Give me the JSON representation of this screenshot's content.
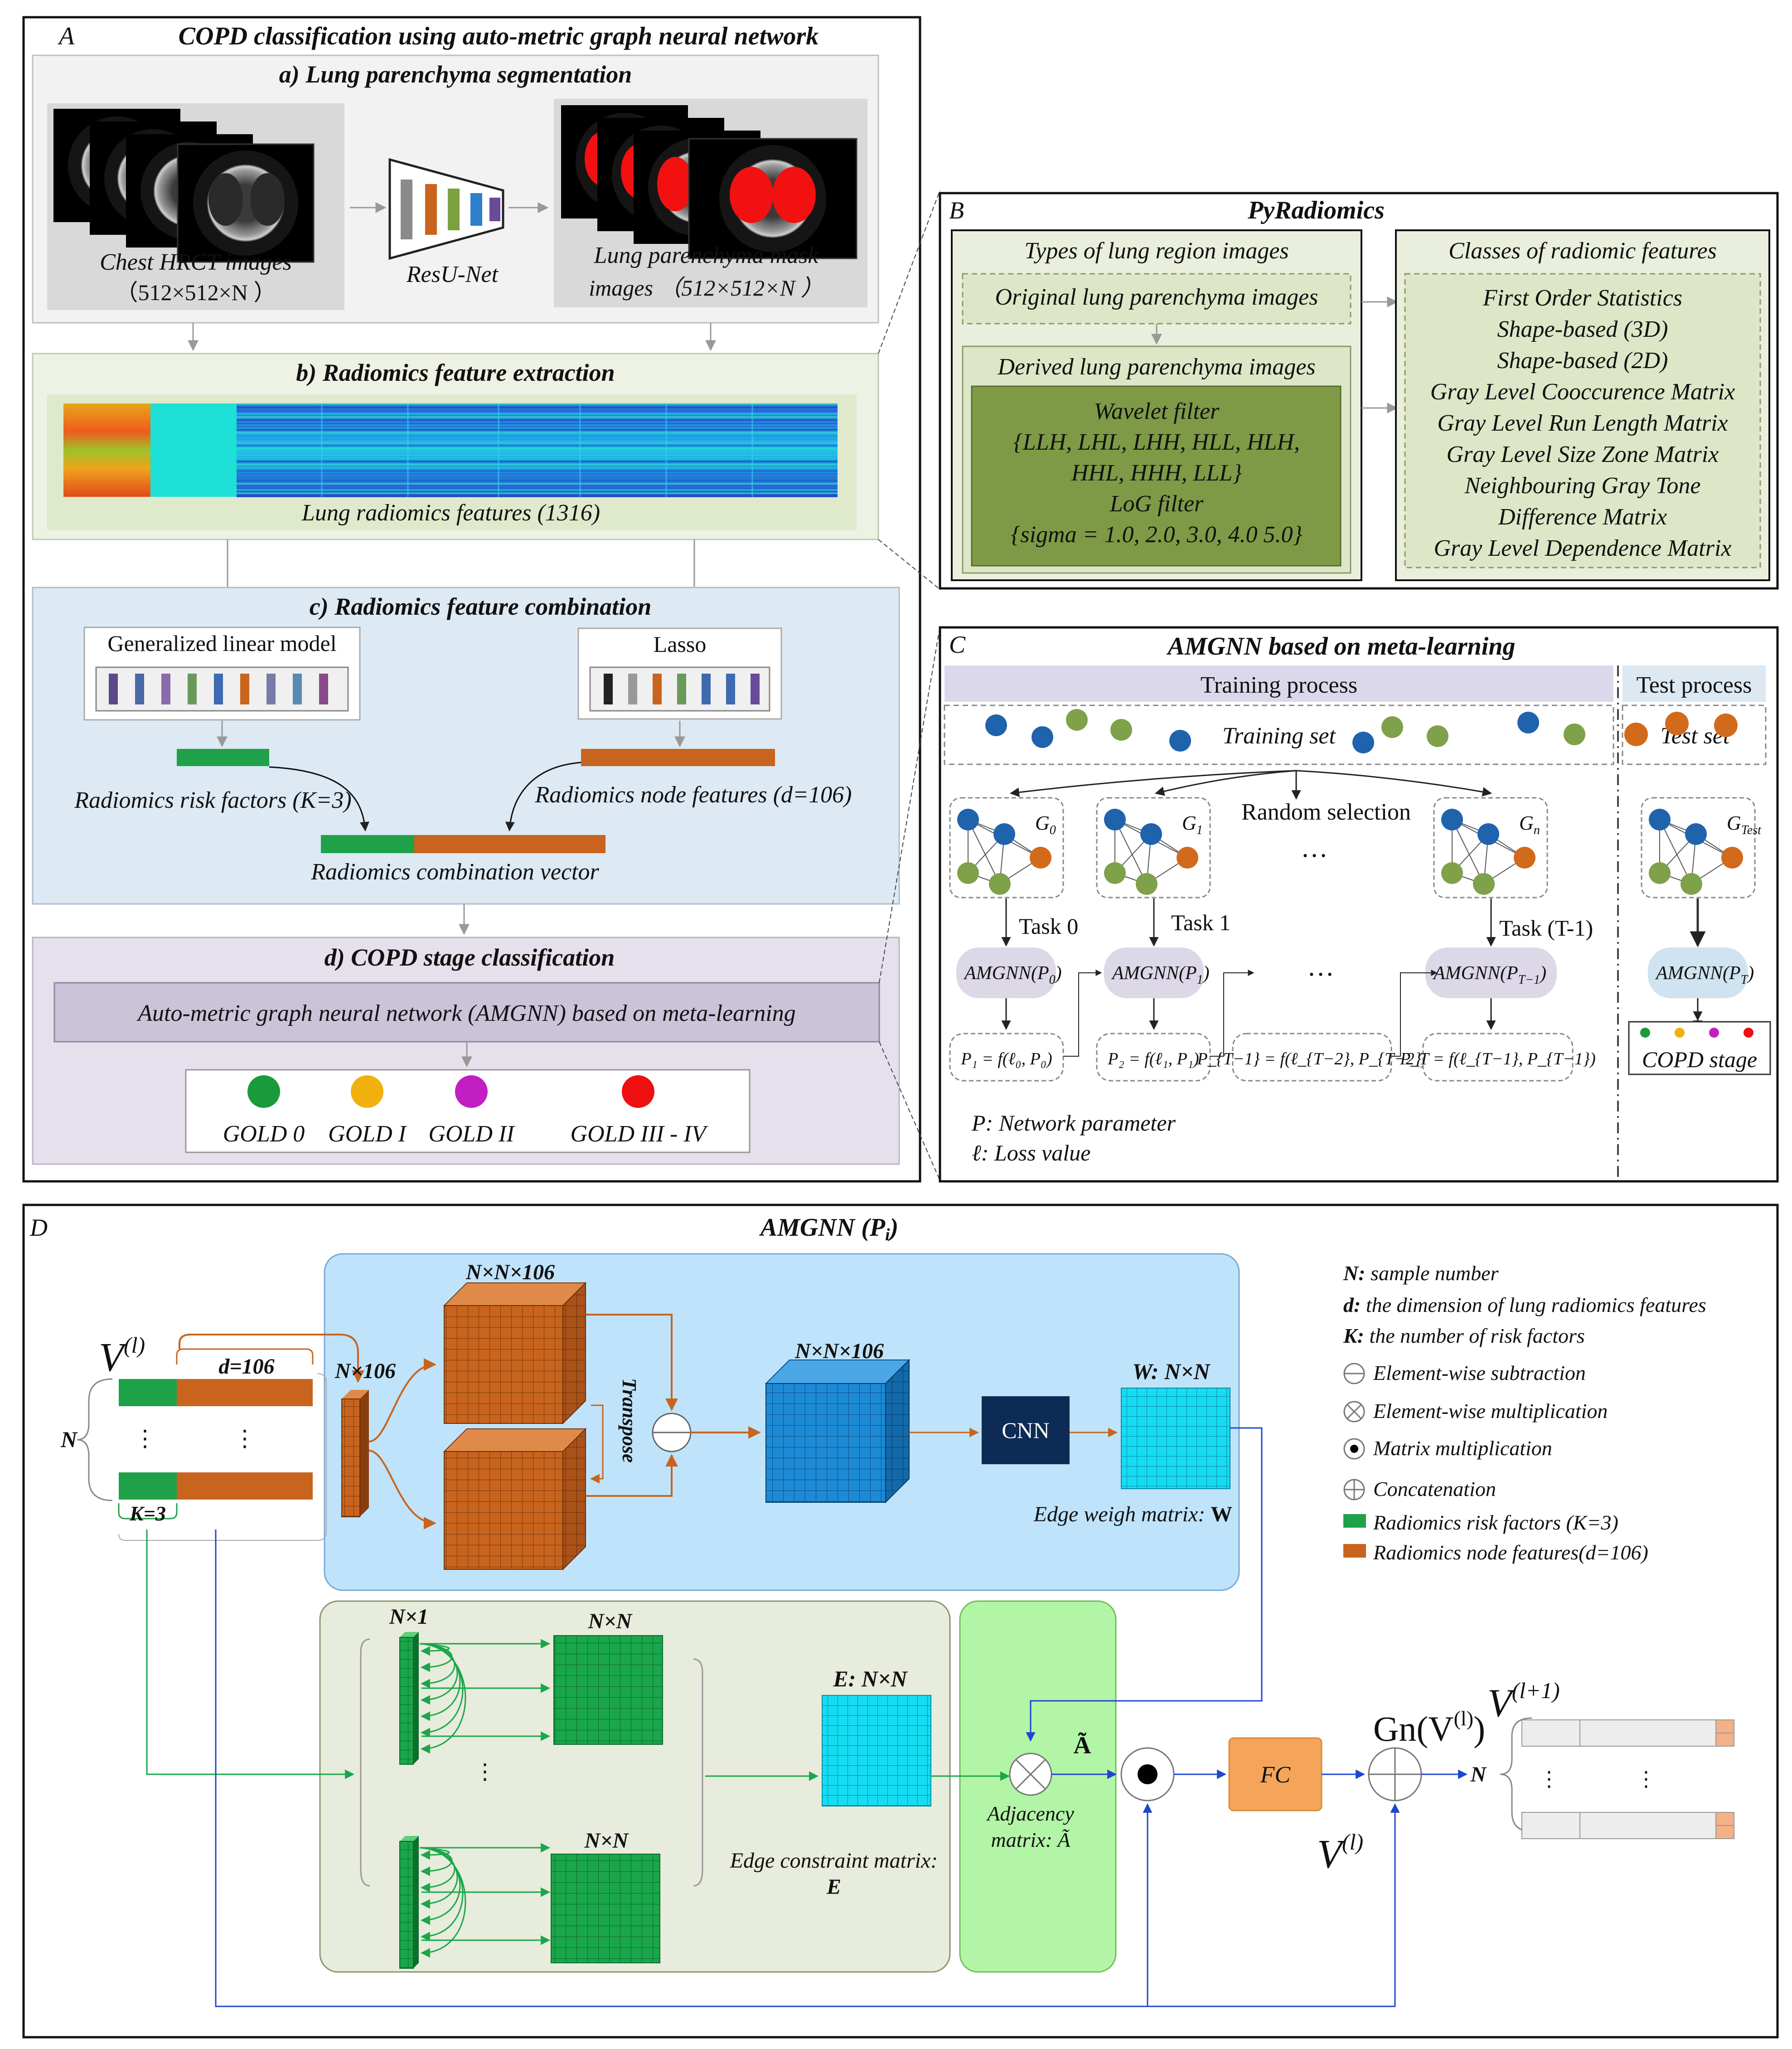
{
  "panelA": {
    "letter": "A",
    "title": "COPD classification using auto-metric graph neural network",
    "a": {
      "title": "a) Lung parenchyma segmentation",
      "ct_label_1": "Chest HRCT images",
      "ct_label_2": "（512×512×N ）",
      "net_label": "ResU-Net",
      "mask_label_1": "Lung parenchyma mask",
      "mask_label_2": "images （512×512×N ）"
    },
    "b": {
      "title": "b) Radiomics feature extraction",
      "caption": "Lung radiomics features (1316)"
    },
    "c": {
      "title": "c) Radiomics feature combination",
      "glm_label": "Generalized linear model",
      "lasso_label": "Lasso",
      "risk_label": "Radiomics risk factors (K=3)",
      "node_label": "Radiomics node features (d=106)",
      "combo_label": "Radiomics  combination vector"
    },
    "d": {
      "title": "d)  COPD stage classification",
      "amgnn_label": "Auto-metric graph neural network (AMGNN) based on meta-learning",
      "gold": [
        {
          "label": "GOLD 0",
          "color": "#1a9a3a"
        },
        {
          "label": "GOLD I",
          "color": "#f2b00e"
        },
        {
          "label": "GOLD II",
          "color": "#c21fc2"
        },
        {
          "label": "GOLD III - IV",
          "color": "#ee1010"
        }
      ]
    }
  },
  "panelB": {
    "letter": "B",
    "title": "PyRadiomics",
    "types_title": "Types of lung region images",
    "original": "Original lung parenchyma images",
    "derived": "Derived lung parenchyma images",
    "filters": [
      "Wavelet filter",
      "{LLH, LHL, LHH, HLL, HLH,",
      "HHL, HHH, LLL}",
      "LoG filter",
      "{sigma = 1.0, 2.0, 3.0, 4.0 5.0}"
    ],
    "classes_title": "Classes of radiomic features",
    "classes": [
      "First Order Statistics",
      "Shape-based (3D)",
      "Shape-based (2D)",
      "Gray Level Cooccurence Matrix",
      "Gray Level Run Length Matrix",
      "Gray Level Size Zone Matrix",
      "Neighbouring Gray Tone",
      "Difference Matrix",
      "Gray Level Dependence Matrix"
    ]
  },
  "panelC": {
    "letter": "C",
    "title": "AMGNN based on meta-learning",
    "training_process": "Training process",
    "test_process": "Test process",
    "training_set": "Training set",
    "test_set": "Test set",
    "random_selection": "Random selection",
    "ellipsis": "…",
    "graph_labels": [
      "G",
      "G",
      "G",
      "G"
    ],
    "graph_subs": [
      "0",
      "1",
      "n",
      "Test"
    ],
    "tasks": [
      "Task 0",
      "Task 1",
      "Task (T-1)"
    ],
    "amgnn_labels": [
      "AMGNN(P",
      "AMGNN(P",
      "AMGNN(P",
      "AMGNN(P"
    ],
    "amgnn_subs": [
      "0",
      "1",
      "T−1",
      "T"
    ],
    "formulas": [
      "P₁ = f(ℓ₀, P₀)",
      "P₂ = f(ℓ₁, P₁)",
      "P_{T−1} = f(ℓ_{T−2}, P_{T−2})",
      "P_T = f(ℓ_{T−1}, P_{T−1})"
    ],
    "stage_label": "COPD stage",
    "legend_p": "P: Network parameter",
    "legend_l": "ℓ: Loss value",
    "stage_colors": [
      "#1a9a3a",
      "#f2b00e",
      "#c21fc2",
      "#ee1010"
    ],
    "node_colors": {
      "blue": "#1f63ad",
      "green": "#7fa14a",
      "orange": "#d26a1c"
    }
  },
  "panelD": {
    "letter": "D",
    "title": "AMGNN (P",
    "title_sub": "i",
    "title_close": ")",
    "v_l": "V",
    "v_l_sup": "(l)",
    "d106": "d=106",
    "n_label": "N",
    "k3": "K=3",
    "nx106": "N×106",
    "nxnx106_1": "N×N×106",
    "nxnx106_2": "N×N×106",
    "transpose": "Transpose",
    "cnn": "CNN",
    "w_label": "W: N×N",
    "edge_weight": "Edge weigh  matrix: ",
    "edge_weight_bold": "W",
    "nx1": "N×1",
    "nxn_1": "N×N",
    "nxn_2": "N×N",
    "e_label": "E: N×N",
    "edge_constraint": "Edge constraint matrix:",
    "edge_constraint_bold": "E",
    "a_tilde": "Ã",
    "adjacency_1": "Adjacency",
    "adjacency_2": "matrix: Ã",
    "fc": "FC",
    "gn": "Gn(V",
    "gn_sup": "(l)",
    "gn_close": ")",
    "v_l1": "V",
    "v_l1_sup": "(l+1)",
    "v_bottom": "V",
    "v_bottom_sup": "(l)",
    "n_out": "N",
    "legend": [
      {
        "key": "N:",
        "text": " sample number"
      },
      {
        "key": "d:",
        "text": " the dimension of lung radiomics features"
      },
      {
        "key": "K:",
        "text": " the number of risk factors"
      },
      {
        "key": "",
        "text": "Element-wise subtraction"
      },
      {
        "key": "",
        "text": "Element-wise multiplication"
      },
      {
        "key": "",
        "text": "Matrix  multiplication"
      },
      {
        "key": "",
        "text": "Concatenation"
      },
      {
        "key": "",
        "text": "Radiomics risk factors (K=3)"
      },
      {
        "key": "",
        "text": "Radiomics node  features(d=106)"
      }
    ],
    "colors": {
      "risk": "#1fa14a",
      "node": "#c8641e",
      "cyan": "#14d8f0",
      "blue": "#1d8ad6",
      "green": "#1aa64a",
      "navy": "#0e2b55",
      "fc": "#f5a55a"
    }
  }
}
